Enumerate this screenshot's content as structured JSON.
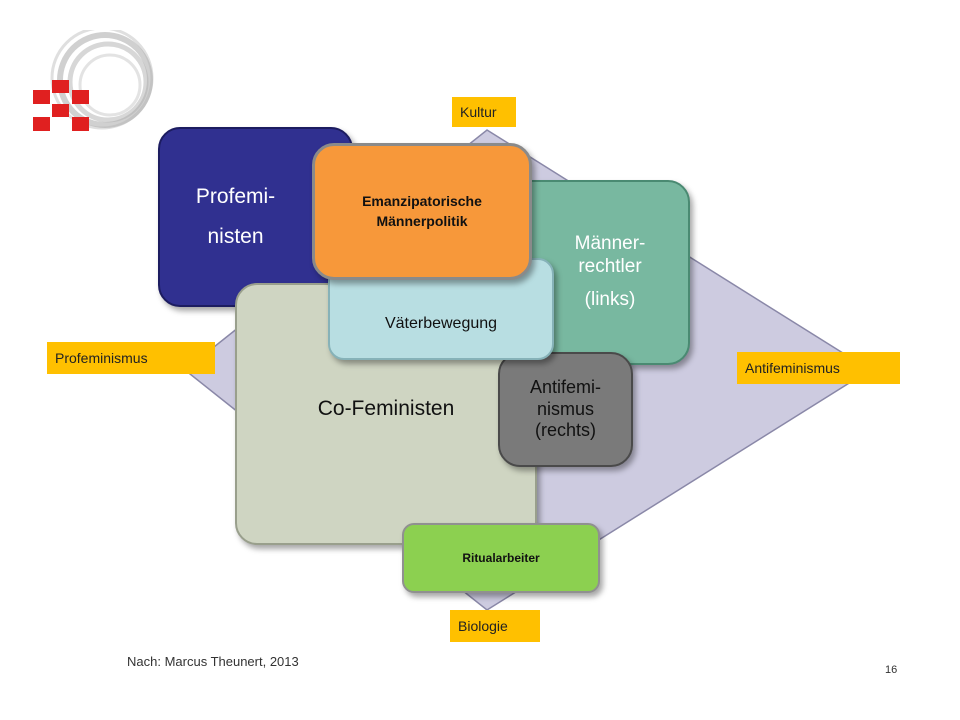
{
  "labels": {
    "kultur": "Kultur",
    "biologie": "Biologie",
    "profeminismus": "Profeminismus",
    "antifeminismus": "Antifeminismus"
  },
  "boxes": {
    "profeministen": [
      "Profemi-",
      "nisten"
    ],
    "maennerrechtler": [
      "Männer-",
      "rechtler",
      "(links)"
    ],
    "emanzipatorische": [
      "Emanzipatorische",
      "Männerpolitik"
    ],
    "vaeterbewegung": "Väterbewegung",
    "cofeministen": "Co-Feministen",
    "antifeminismus_rechts": [
      "Antifemi-",
      "nismus",
      "(rechts)"
    ],
    "ritualarbeiter": "Ritualarbeiter"
  },
  "source": "Nach: Marcus Theunert, 2013",
  "page_number": "16",
  "colors": {
    "diamond": "#cdcbe0",
    "profeministen": "#303090",
    "maennerrechtler": "#78b8a0",
    "emanzipatorische": "#f7983a",
    "vaeterbewegung": "#b8dee2",
    "cofeministen": "#cfd5c2",
    "antifeminismus_rechts": "#7a7a7a",
    "ritualarbeiter": "#8cd050",
    "label_bg": "#ffc000",
    "logo_red": "#e02020",
    "logo_ring": "#b0b0b0"
  }
}
